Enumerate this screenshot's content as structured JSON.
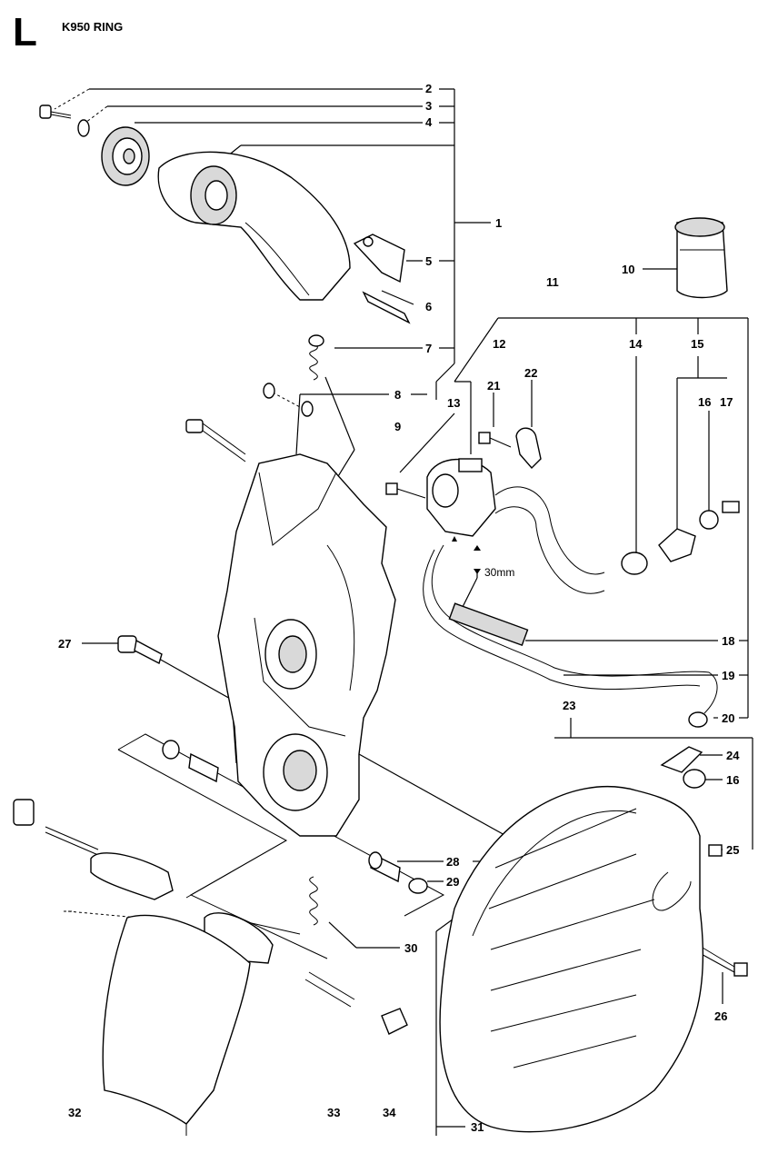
{
  "header": {
    "section_letter": "L",
    "title": "K950 RING"
  },
  "diagram": {
    "callouts": [
      {
        "id": "c2",
        "label": "2"
      },
      {
        "id": "c3",
        "label": "3"
      },
      {
        "id": "c4",
        "label": "4"
      },
      {
        "id": "c1",
        "label": "1"
      },
      {
        "id": "c5",
        "label": "5"
      },
      {
        "id": "c6",
        "label": "6"
      },
      {
        "id": "c7",
        "label": "7"
      },
      {
        "id": "c8",
        "label": "8"
      },
      {
        "id": "c9",
        "label": "9"
      },
      {
        "id": "c10",
        "label": "10"
      },
      {
        "id": "c11",
        "label": "11"
      },
      {
        "id": "c12",
        "label": "12"
      },
      {
        "id": "c13",
        "label": "13"
      },
      {
        "id": "c14",
        "label": "14"
      },
      {
        "id": "c15",
        "label": "15"
      },
      {
        "id": "c16a",
        "label": "16"
      },
      {
        "id": "c17",
        "label": "17"
      },
      {
        "id": "c21",
        "label": "21"
      },
      {
        "id": "c22",
        "label": "22"
      },
      {
        "id": "c27",
        "label": "27"
      },
      {
        "id": "c18",
        "label": "18"
      },
      {
        "id": "c19",
        "label": "19"
      },
      {
        "id": "c20",
        "label": "20"
      },
      {
        "id": "c23",
        "label": "23"
      },
      {
        "id": "c24",
        "label": "24"
      },
      {
        "id": "c16b",
        "label": "16"
      },
      {
        "id": "c25",
        "label": "25"
      },
      {
        "id": "c26",
        "label": "26"
      },
      {
        "id": "c28",
        "label": "28"
      },
      {
        "id": "c29",
        "label": "29"
      },
      {
        "id": "c30",
        "label": "30"
      },
      {
        "id": "c31",
        "label": "31"
      },
      {
        "id": "c32",
        "label": "32"
      },
      {
        "id": "c33",
        "label": "33"
      },
      {
        "id": "c34",
        "label": "34"
      }
    ],
    "dimension_label": "30mm"
  }
}
